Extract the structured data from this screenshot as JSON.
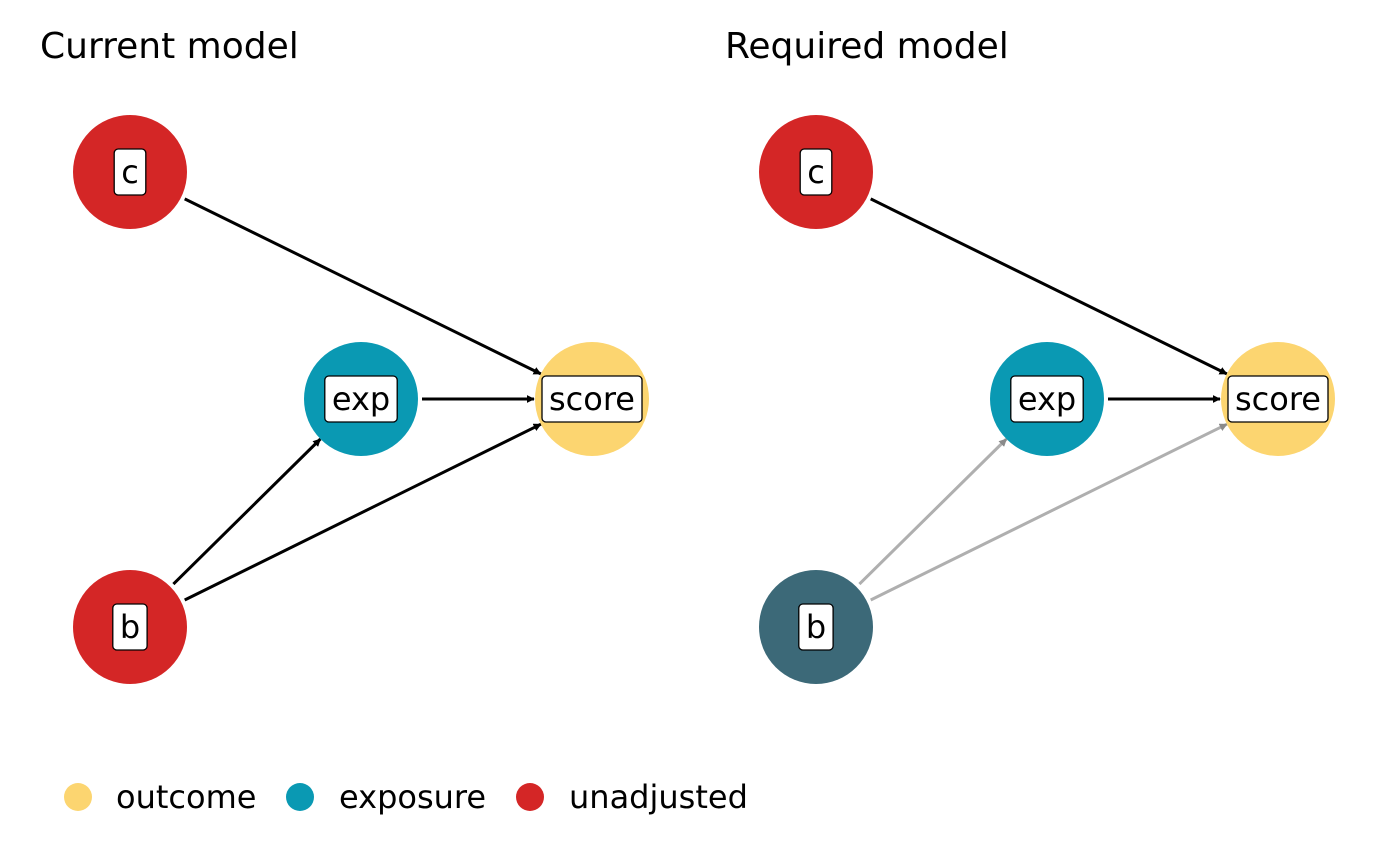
{
  "colors": {
    "outcome": "#FCD570",
    "exposure": "#0A99B3",
    "unadjusted": "#D42626",
    "adjusted": "#3C6978",
    "edge_active": "#000000",
    "edge_faded": "#AFAFAF"
  },
  "panels": [
    {
      "id": "current",
      "title": "Current model",
      "nodes": [
        {
          "id": "c",
          "label": "c",
          "status": "unadjusted"
        },
        {
          "id": "exp",
          "label": "exp",
          "status": "exposure"
        },
        {
          "id": "score",
          "label": "score",
          "status": "outcome"
        },
        {
          "id": "b",
          "label": "b",
          "status": "unadjusted"
        }
      ],
      "edges": [
        {
          "from": "c",
          "to": "score",
          "style": "active"
        },
        {
          "from": "exp",
          "to": "score",
          "style": "active"
        },
        {
          "from": "b",
          "to": "exp",
          "style": "active"
        },
        {
          "from": "b",
          "to": "score",
          "style": "active"
        }
      ]
    },
    {
      "id": "required",
      "title": "Required model",
      "nodes": [
        {
          "id": "c",
          "label": "c",
          "status": "unadjusted"
        },
        {
          "id": "exp",
          "label": "exp",
          "status": "exposure"
        },
        {
          "id": "score",
          "label": "score",
          "status": "outcome"
        },
        {
          "id": "b",
          "label": "b",
          "status": "adjusted"
        }
      ],
      "edges": [
        {
          "from": "c",
          "to": "score",
          "style": "active"
        },
        {
          "from": "exp",
          "to": "score",
          "style": "active"
        },
        {
          "from": "b",
          "to": "exp",
          "style": "faded"
        },
        {
          "from": "b",
          "to": "score",
          "style": "faded"
        }
      ]
    }
  ],
  "legend": {
    "items": [
      {
        "label": "outcome",
        "status": "outcome"
      },
      {
        "label": "exposure",
        "status": "exposure"
      },
      {
        "label": "unadjusted",
        "status": "unadjusted"
      }
    ]
  }
}
